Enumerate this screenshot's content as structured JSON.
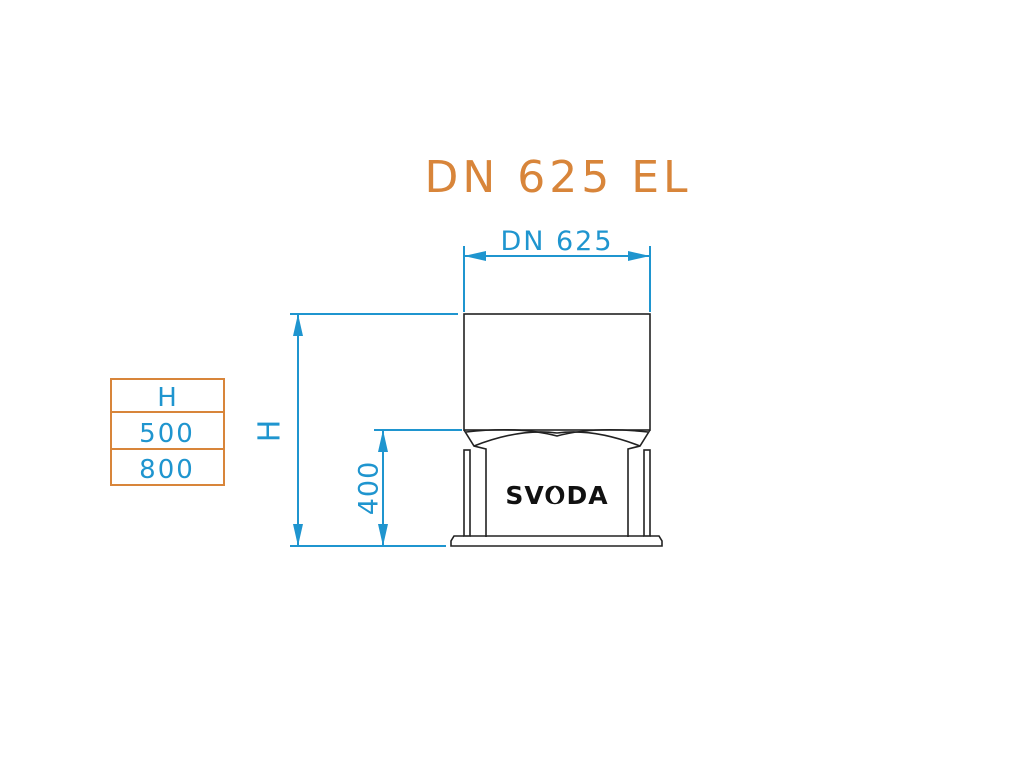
{
  "title": "DN 625 EL",
  "dimensions": {
    "width_label": "DN 625",
    "height_label": "H",
    "base_label": "400"
  },
  "height_table": {
    "header": "H",
    "rows": [
      "500",
      "800"
    ]
  },
  "logo": {
    "text": "SVODA",
    "brand_color": "#111111"
  },
  "colors": {
    "title": "#d8853a",
    "dimension": "#1f95cf",
    "outline": "#222222"
  }
}
